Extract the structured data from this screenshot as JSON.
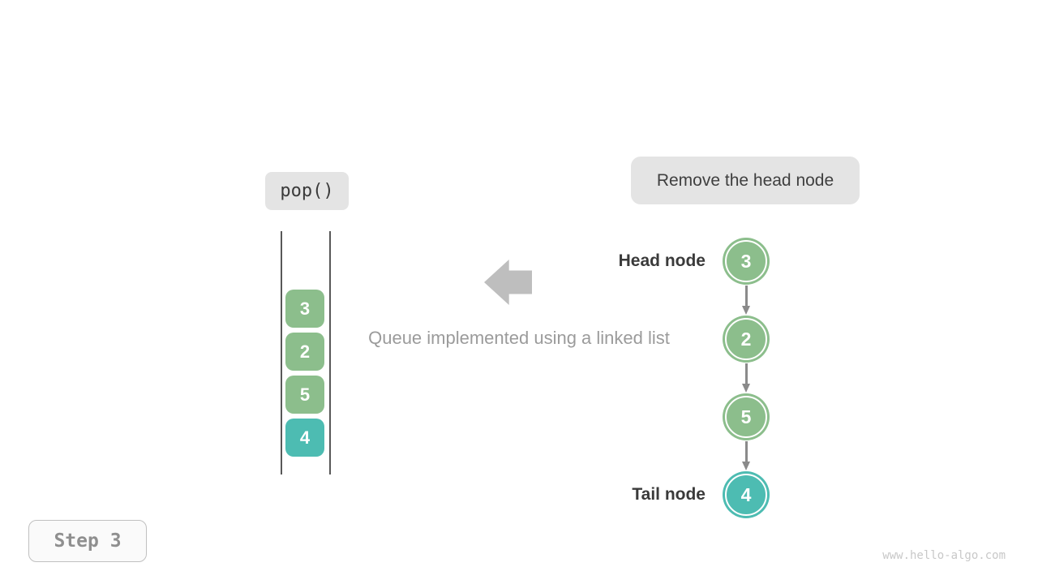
{
  "operation": {
    "label": "pop()"
  },
  "annotation": {
    "text": "Remove the head node"
  },
  "caption": {
    "text": "Queue implemented using a linked list"
  },
  "step": {
    "label": "Step 3"
  },
  "watermark": {
    "text": "www.hello-algo.com"
  },
  "queue_view": {
    "items": [
      {
        "value": "3",
        "color": "#8CBE8C"
      },
      {
        "value": "2",
        "color": "#8CBE8C"
      },
      {
        "value": "5",
        "color": "#8CBE8C"
      },
      {
        "value": "4",
        "color": "#4DBCB2"
      }
    ]
  },
  "linked_list": {
    "head_label": "Head node",
    "tail_label": "Tail node",
    "nodes": [
      {
        "value": "3",
        "color": "#8CBE8C"
      },
      {
        "value": "2",
        "color": "#8CBE8C"
      },
      {
        "value": "5",
        "color": "#8CBE8C"
      },
      {
        "value": "4",
        "color": "#4DBCB2"
      }
    ]
  },
  "colors": {
    "badge_background": "#E4E4E4",
    "block_arrow": "#BEBEBE",
    "link_arrow": "#8A8A8A",
    "container_line": "#585858",
    "node_green": "#8CBE8C",
    "node_teal": "#4DBCB2"
  }
}
